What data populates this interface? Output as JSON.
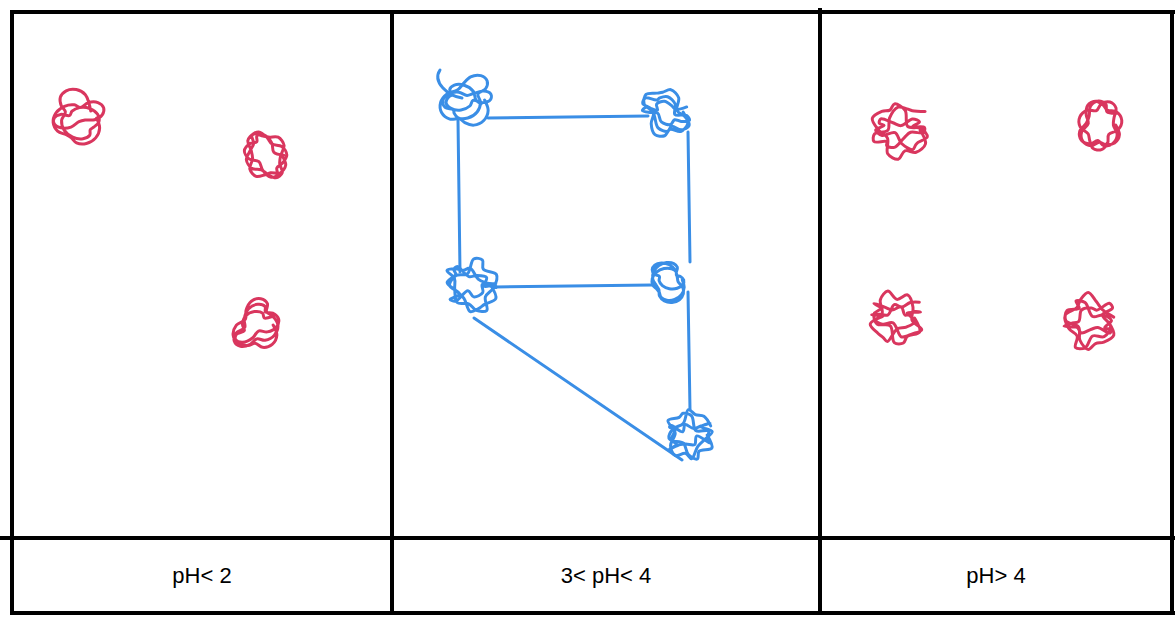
{
  "diagram": {
    "labels": [
      "pH< 2",
      "3< pH< 4",
      "pH> 4"
    ]
  }
}
